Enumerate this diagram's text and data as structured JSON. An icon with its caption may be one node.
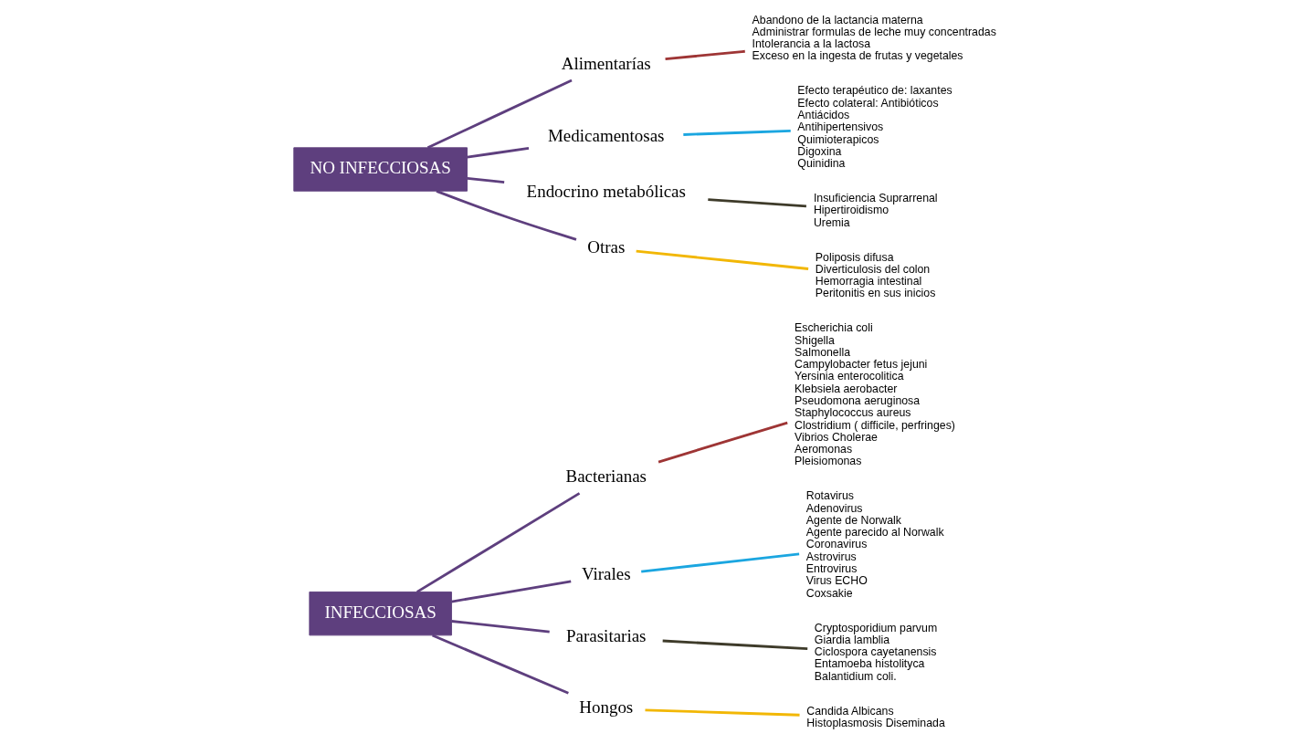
{
  "diagram": {
    "nodes": [
      {
        "text": [
          "INFECCIOSAS"
        ]
      },
      {
        "text": [
          "Bacterianas"
        ]
      },
      {
        "text": [
          "Escherichia coli",
          "Shigella",
          "Salmonella",
          "Campylobacter fetus jejuni",
          "Yersinia enterocolitica",
          "Klebsiela aerobacter",
          "Pseudomona aeruginosa",
          "Staphylococcus aureus",
          "Clostridium ( difficile, perfringes)",
          "Vibrios Cholerae",
          "Aeromonas",
          "Pleisiomonas"
        ]
      },
      {
        "text": [
          "Virales"
        ]
      },
      {
        "text": [
          "Rotavirus",
          "Adenovirus",
          "Agente de Norwalk",
          "Agente parecido al Norwalk",
          "Coronavirus",
          "Astrovirus",
          "Entrovirus",
          "Virus ECHO",
          "Coxsakie"
        ]
      },
      {
        "text": [
          "Parasitarias"
        ]
      },
      {
        "text": [
          "Cryptosporidium parvum",
          "Giardia lamblia",
          "Ciclospora cayetanensis",
          "Entamoeba histolityca",
          "Balantidium coli."
        ]
      },
      {
        "text": [
          "Hongos"
        ]
      },
      {
        "text": [
          "Candida Albicans",
          "Histoplasmosis Diseminada"
        ]
      },
      {
        "text": [
          "NO INFECCIOSAS"
        ]
      },
      {
        "text": [
          "Alimentarías"
        ]
      },
      {
        "text": [
          "Abandono de la lactancia materna",
          "Administrar formulas de leche muy concentradas",
          "Intolerancia a la lactosa",
          "Exceso en la ingesta de frutas y vegetales"
        ]
      },
      {
        "text": [
          "Medicamentosas"
        ]
      },
      {
        "text": [
          "Efecto terapéutico de: laxantes",
          "Efecto colateral: Antibióticos",
          "Antiácidos",
          "Antihipertensivos",
          "Quimioterapicos",
          "Digoxina",
          "Quinidina"
        ]
      },
      {
        "text": [
          "Endocrino metabólicas"
        ]
      },
      {
        "text": [
          "Insuficiencia Suprarrenal",
          "Hipertiroidismo",
          "Uremia"
        ]
      },
      {
        "text": [
          "Otras"
        ]
      },
      {
        "text": [
          "Poliposis difusa",
          "Diverticulosis del colon",
          "Hemorragia intestinal",
          "Peritonitis en sus inicios"
        ]
      }
    ],
    "edges": [
      {
        "from": 0,
        "to": 1,
        "arrow": "none"
      },
      {
        "from": 0,
        "to": 3,
        "arrow": "none"
      },
      {
        "from": 0,
        "to": 5,
        "arrow": "none"
      },
      {
        "from": 0,
        "to": 7,
        "arrow": "none"
      },
      {
        "from": 1,
        "to": 2,
        "arrow": "none",
        "color": "#9e3535"
      },
      {
        "from": 3,
        "to": 4,
        "arrow": "none",
        "color": "#1ba6e0"
      },
      {
        "from": 5,
        "to": 6,
        "arrow": "none",
        "color": "#3e3b2a"
      },
      {
        "from": 7,
        "to": 8,
        "arrow": "none",
        "color": "#f2b705"
      },
      {
        "from": 9,
        "to": 10,
        "arrow": "none"
      },
      {
        "from": 9,
        "to": 12,
        "arrow": "none"
      },
      {
        "from": 9,
        "to": 14,
        "arrow": "none"
      },
      {
        "from": 9,
        "to": 16,
        "arrow": "none"
      },
      {
        "from": 10,
        "to": 11,
        "arrow": "none",
        "color": "#9e3535"
      },
      {
        "from": 12,
        "to": 13,
        "arrow": "none",
        "color": "#1ba6e0"
      },
      {
        "from": 14,
        "to": 15,
        "arrow": "none",
        "color": "#3e3b2a"
      },
      {
        "from": 16,
        "to": 17,
        "arrow": "none",
        "color": "#f2b705"
      }
    ]
  }
}
